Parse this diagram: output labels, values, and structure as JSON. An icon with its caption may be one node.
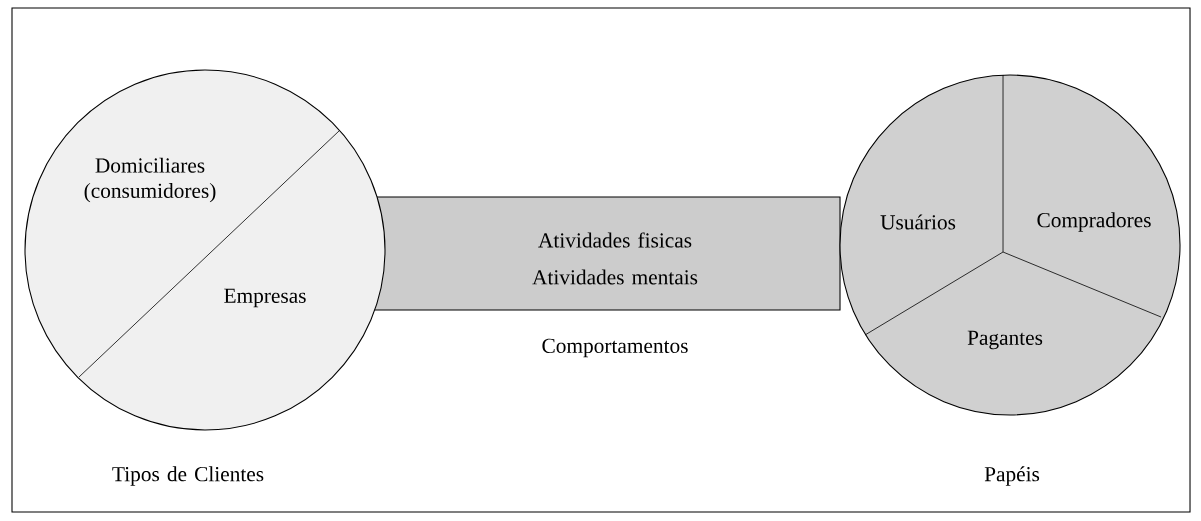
{
  "diagram": {
    "nodes": [
      {
        "text": [
          "Domiciliares (consumidores)",
          "Empresas"
        ],
        "beside": [
          "Tipos de Clientes"
        ]
      },
      {
        "text": [
          "Atividades fisicas",
          "Atividades mentais"
        ],
        "beside": [
          "Comportamentos"
        ]
      },
      {
        "text": [
          "Usuários",
          "Compradores",
          "Pagantes"
        ],
        "beside": [
          "Papéis"
        ]
      }
    ],
    "edges": []
  }
}
